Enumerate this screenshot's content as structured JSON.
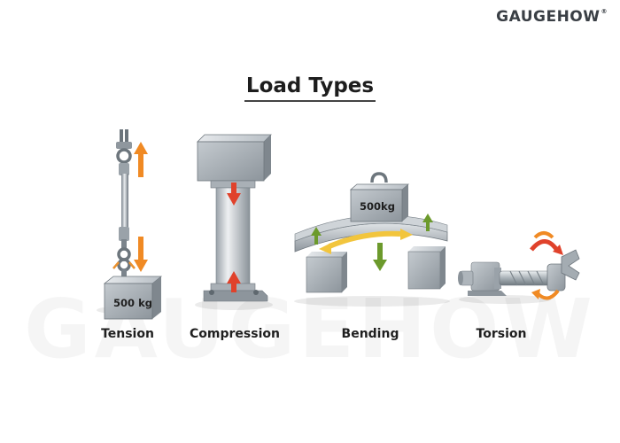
{
  "brand": {
    "name": "GAUGEHOW",
    "mark": "®"
  },
  "watermark": "GAUGEHOW",
  "title": "Load Types",
  "panels": [
    {
      "label": "Tension",
      "weight_label": "500 kg"
    },
    {
      "label": "Compression"
    },
    {
      "label": "Bending",
      "weight_label": "500kg"
    },
    {
      "label": "Torsion"
    }
  ],
  "colors": {
    "arrow_orange": "#f08a24",
    "arrow_red": "#e0422b",
    "arrow_green": "#6c9a2c",
    "arrow_yellow": "#f2c53d",
    "steel_light": "#dde1e4",
    "steel_dark": "#7b848c"
  }
}
